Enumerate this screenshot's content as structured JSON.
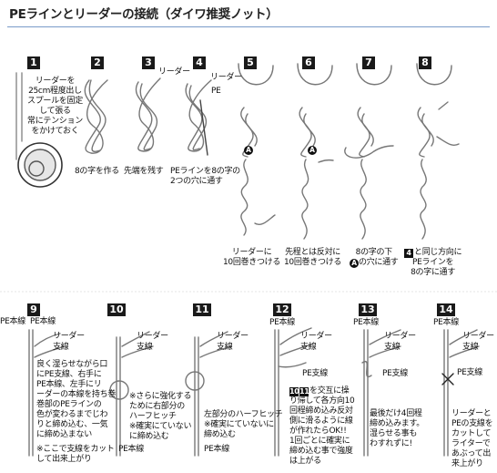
{
  "header": {
    "title": "PEラインとリーダーの接続（ダイワ推奨ノット）"
  },
  "steps_top": [
    {
      "num": "1",
      "lines": [
        "リーダーを",
        "25cm程度出し",
        "スプールを固定",
        "して張る",
        "常にテンション",
        "をかけておく"
      ]
    },
    {
      "num": "2",
      "caption": "8の字を作る"
    },
    {
      "num": "3",
      "label": "リーダー",
      "caption": "先端を残す"
    },
    {
      "num": "4",
      "label_a": "リーダー",
      "label_b": "PE",
      "caption_1": "PEラインを8の字の",
      "caption_2": "2つの穴に通す"
    },
    {
      "num": "5",
      "marker": "A",
      "caption_1": "リーダーに",
      "caption_2": "10回巻きつける"
    },
    {
      "num": "6",
      "marker": "A",
      "caption_1": "先程とは反対に",
      "caption_2": "10回巻きつける"
    },
    {
      "num": "7",
      "marker": "A",
      "caption_1": "8の字の下",
      "caption_2": "の穴に通す"
    },
    {
      "num": "8",
      "ref": "4",
      "caption_1": "と同じ方向に",
      "caption_2": "PEラインを",
      "caption_3": "8の字に通す"
    }
  ],
  "steps_bottom": [
    {
      "num": "9",
      "pe_main_a": "PE本線",
      "pe_main_b": "PE本線",
      "leader": "リーダー",
      "leader_sub": "支線",
      "lines": [
        "良く湿らせながら口",
        "にPE支線、右手に",
        "PE本線、左手にリ",
        "ーダーの本線を持ち巻",
        "巻部のPEラインの",
        "色が変わるまでじわ",
        "りと締め込む、一気",
        "に締め込まない"
      ],
      "note": [
        "※ここで支線をカット",
        "して出来上がり"
      ]
    },
    {
      "num": "10",
      "leader": "リーダー",
      "leader_sub": "支線",
      "pe_main": "PE本線",
      "lines": [
        "※さらに強化する",
        "ために右部分の",
        "ハーフヒッチ",
        "※確実にていない",
        "に締め込む"
      ]
    },
    {
      "num": "11",
      "leader": "リーダー",
      "leader_sub": "支線",
      "pe_main": "PE本線",
      "lines": [
        "左部分のハーフヒッチ",
        "※確実にていないに",
        "締め込む"
      ]
    },
    {
      "num": "12",
      "pe_main": "PE本線",
      "leader": "リーダー",
      "leader_sub": "支線",
      "pe_sub": "PE支線",
      "ref_a": "10",
      "ref_b": "11",
      "lines": [
        "を交互に操",
        "り帰して各方向10",
        "回程締め込み反対",
        "側に滑るように線",
        "が作れたらOK!!",
        "1回ごとに確実に",
        "締め込む事で強度",
        "は上がる"
      ]
    },
    {
      "num": "13",
      "pe_main": "PE本線",
      "leader": "リーダー",
      "leader_sub": "支線",
      "pe_sub": "PE支線",
      "lines": [
        "最後だけ4回程",
        "締め込みます。",
        "湿らせる事も",
        "わすれずに!"
      ]
    },
    {
      "num": "14",
      "pe_main": "PE本線",
      "leader": "リーダー",
      "leader_sub": "支線",
      "pe_sub": "PE支線",
      "lines": [
        "リーダーと",
        "PEの支線を",
        "カットして",
        "ライターで",
        "あぶって出",
        "来上がり"
      ]
    }
  ]
}
